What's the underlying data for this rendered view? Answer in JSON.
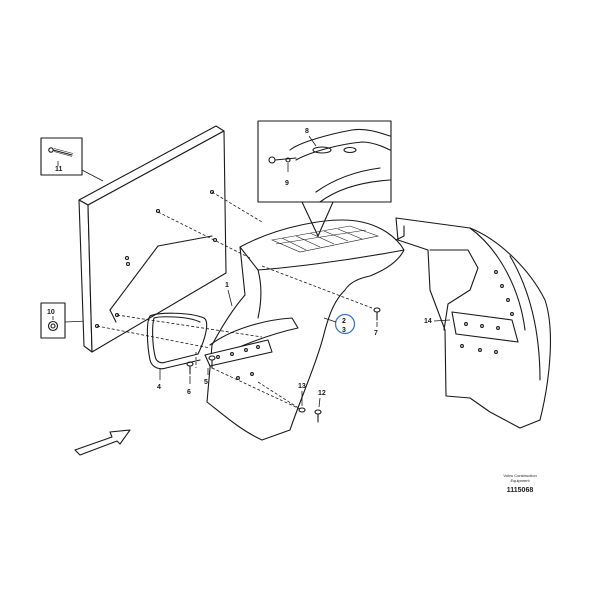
{
  "callouts": {
    "c1": "1",
    "c2": "2",
    "c3": "3",
    "c4": "4",
    "c5": "5",
    "c6": "6",
    "c7": "7",
    "c8": "8",
    "c9": "9",
    "c10": "10",
    "c11": "11",
    "c12": "12",
    "c13": "13",
    "c14": "14"
  },
  "footer": {
    "brand_line1": "Volvo Construction",
    "brand_line2": "Equipment",
    "drawing_code": "1115068"
  },
  "colors": {
    "line": "#1a1a1a",
    "highlight_circle": "#3a78c4"
  },
  "icons": {
    "direction_arrow": "forward-arrow-icon"
  }
}
